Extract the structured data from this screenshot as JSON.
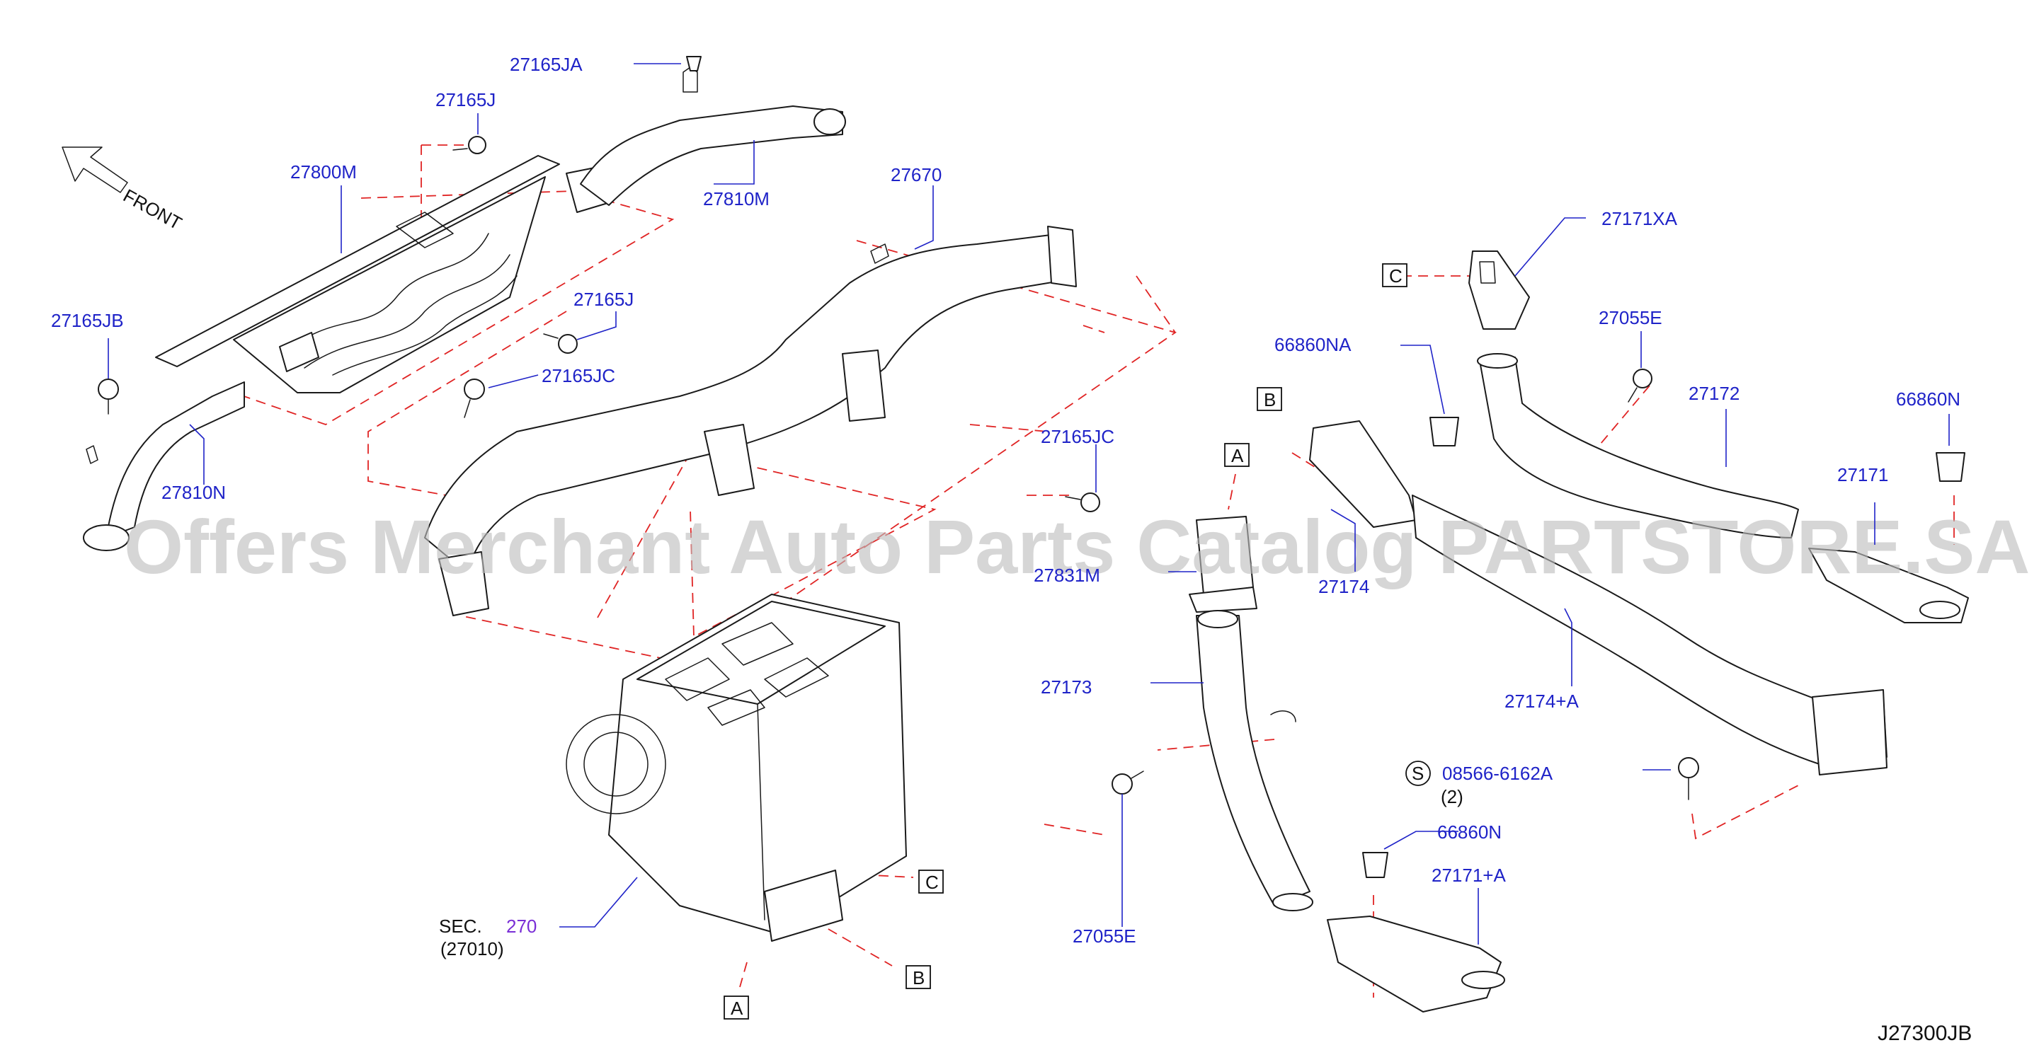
{
  "diagram": {
    "front_label": "FRONT",
    "diagram_code": "J27300JB",
    "watermark": "Offers Merchant Auto Parts Catalog PARTSTORE.SA",
    "section_ref": {
      "prefix": "SEC.",
      "number": "270",
      "sub": "(27010)"
    },
    "connectors": {
      "a": "A",
      "b": "B",
      "c": "C",
      "s": "S"
    },
    "parts": {
      "p27165JA": "27165JA",
      "p27165J_top": "27165J",
      "p27800M": "27800M",
      "p27810M": "27810M",
      "p27670": "27670",
      "p27165JB": "27165JB",
      "p27165J_mid": "27165J",
      "p27165JC_left": "27165JC",
      "p27810N": "27810N",
      "p27165JC_right": "27165JC",
      "p27831M": "27831M",
      "p27173": "27173",
      "p27055E_left": "27055E",
      "p27171XA": "27171XA",
      "p27055E_right": "27055E",
      "p66860NA": "66860NA",
      "p27172": "27172",
      "p66860N_right": "66860N",
      "p27171": "27171",
      "p27174": "27174",
      "p27174A": "27174+A",
      "p08566": "08566-6162A",
      "p08566_qty": "(2)",
      "p66860N_bottom": "66860N",
      "p27171A": "27171+A"
    }
  }
}
